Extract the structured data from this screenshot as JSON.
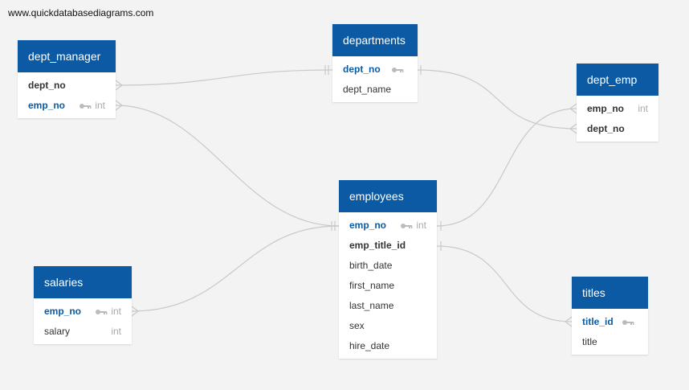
{
  "watermark": "www.quickdatabasediagrams.com",
  "colors": {
    "header": "#0b5aa3",
    "pk_text": "#0b5aa3",
    "link": "#c9c9c9",
    "background": "#f3f3f3"
  },
  "tables": {
    "dept_manager": {
      "title": "dept_manager",
      "rows": [
        {
          "name": "dept_no",
          "type": "",
          "key": false
        },
        {
          "name": "emp_no",
          "type": "int",
          "key": true
        }
      ]
    },
    "departments": {
      "title": "departments",
      "rows": [
        {
          "name": "dept_no",
          "type": "",
          "key": true
        },
        {
          "name": "dept_name",
          "type": "",
          "key": false
        }
      ]
    },
    "dept_emp": {
      "title": "dept_emp",
      "rows": [
        {
          "name": "emp_no",
          "type": "int",
          "key": false
        },
        {
          "name": "dept_no",
          "type": "",
          "key": false
        }
      ]
    },
    "employees": {
      "title": "employees",
      "rows": [
        {
          "name": "emp_no",
          "type": "int",
          "key": true
        },
        {
          "name": "emp_title_id",
          "type": "",
          "key": false
        },
        {
          "name": "birth_date",
          "type": "",
          "key": false
        },
        {
          "name": "first_name",
          "type": "",
          "key": false
        },
        {
          "name": "last_name",
          "type": "",
          "key": false
        },
        {
          "name": "sex",
          "type": "",
          "key": false
        },
        {
          "name": "hire_date",
          "type": "",
          "key": false
        }
      ]
    },
    "salaries": {
      "title": "salaries",
      "rows": [
        {
          "name": "emp_no",
          "type": "int",
          "key": true
        },
        {
          "name": "salary",
          "type": "int",
          "key": false
        }
      ]
    },
    "titles": {
      "title": "titles",
      "rows": [
        {
          "name": "title_id",
          "type": "",
          "key": true
        },
        {
          "name": "title",
          "type": "",
          "key": false
        }
      ]
    }
  }
}
